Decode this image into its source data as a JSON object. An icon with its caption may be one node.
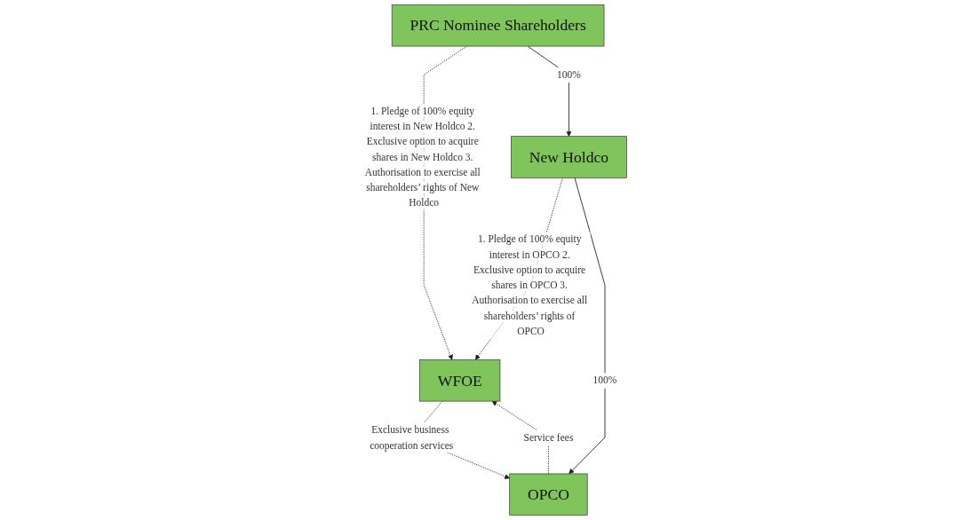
{
  "diagram": {
    "nodes": [
      {
        "text": [
          "WFOE"
        ]
      },
      {
        "text": [
          "PRC Nominee Shareholders"
        ]
      },
      {
        "text": [
          "New Holdco"
        ]
      },
      {
        "text": [
          "OPCO"
        ]
      }
    ],
    "edges": [
      {
        "from": 1,
        "to": 0,
        "arrow": "to",
        "style": "dashed",
        "label": "1. Pledge of 100% equity interest in New Holdco 2. Exclusive option to acquire shares in New Holdco 3. Authorisation to exercise all shareholders’ rights of New Holdco"
      },
      {
        "from": 2,
        "to": 0,
        "arrow": "to",
        "style": "dashed",
        "label": "1. Pledge of 100% equity interest in OPCO 2. Exclusive option to acquire shares in OPCO 3. Authorisation to exercise all shareholders’ rights of OPCO"
      },
      {
        "from": 1,
        "to": 2,
        "arrow": "to",
        "label": "100%"
      },
      {
        "from": 2,
        "to": 3,
        "arrow": "to",
        "label": "100%"
      },
      {
        "from": 3,
        "to": 0,
        "arrow": "to",
        "style": "dashed",
        "label": "Service fees"
      },
      {
        "from": 0,
        "to": 3,
        "arrow": "to",
        "style": "dashed",
        "label": "Exclusive business cooperation services"
      }
    ]
  }
}
